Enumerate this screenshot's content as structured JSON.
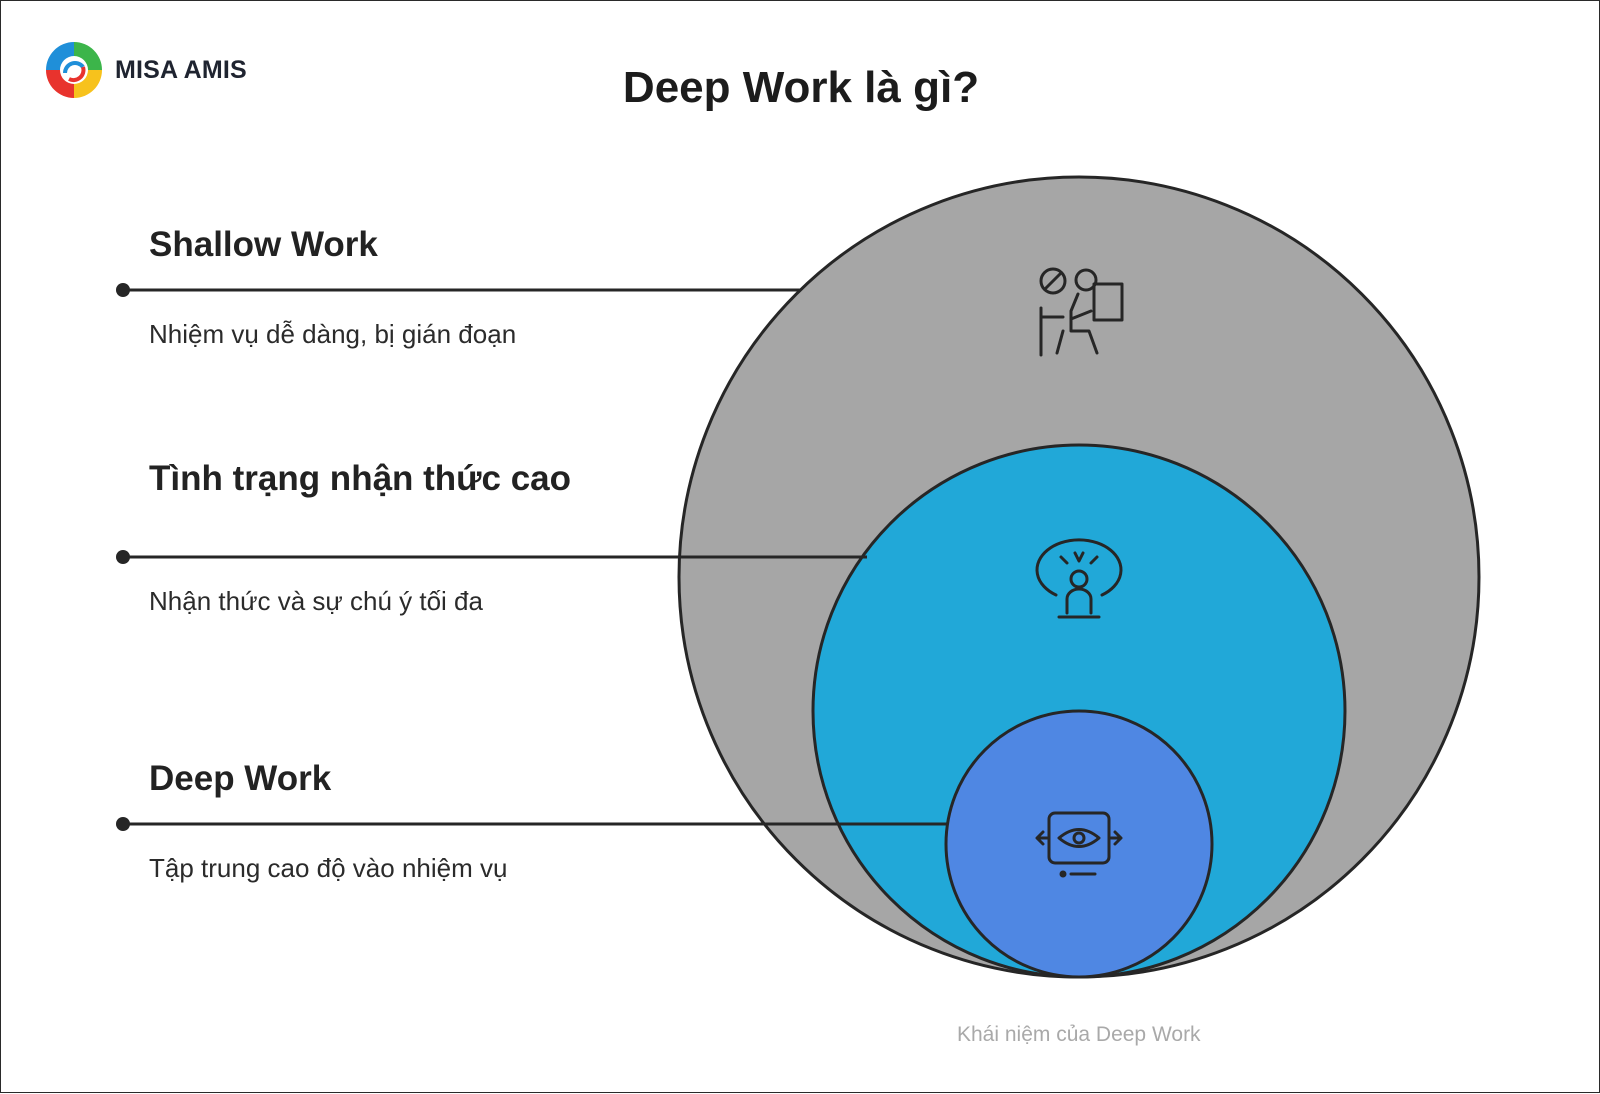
{
  "brand": {
    "name": "MISA AMIS",
    "colors": {
      "blue": "#1f8fd9",
      "green": "#3cb54a",
      "yellow": "#f7c21c",
      "red": "#e8332d"
    }
  },
  "title": "Deep Work là gì?",
  "layers": [
    {
      "title": "Shallow Work",
      "description": "Nhiệm vụ dễ dàng, bị gián đoạn",
      "color": "#a6a6a6",
      "icon": "distracted-worker-icon"
    },
    {
      "title": "Tình trạng nhận thức cao",
      "description": "Nhận thức và sự chú ý tối đa",
      "color": "#21a8d8",
      "icon": "meditation-focus-icon"
    },
    {
      "title": "Deep Work",
      "description": "Tập trung cao độ vào nhiệm vụ",
      "color": "#4f87e3",
      "icon": "focused-eye-icon"
    }
  ],
  "caption": "Khái niệm của Deep Work"
}
